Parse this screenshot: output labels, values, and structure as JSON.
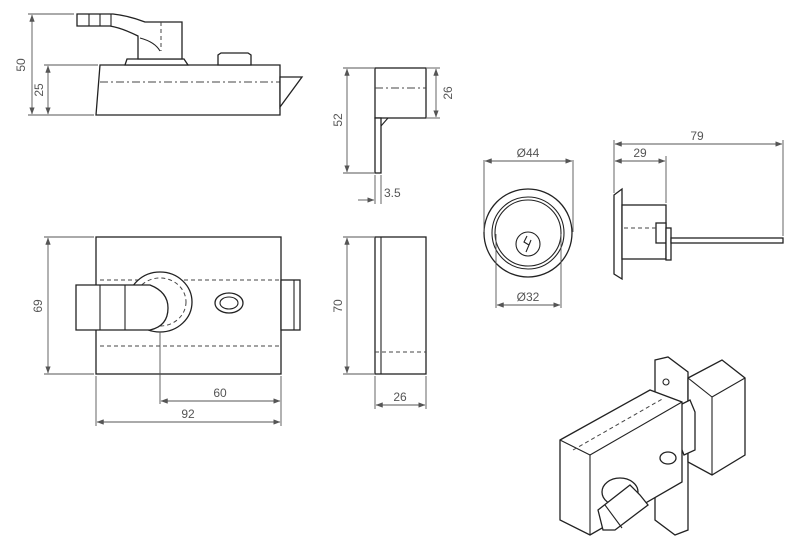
{
  "dimensions": {
    "side_total_height": "50",
    "side_body_height": "25",
    "end_total_height": "52",
    "end_body_height": "26",
    "end_plate_thickness": "3.5",
    "front_height": "69",
    "front_handle_offset": "60",
    "front_width": "92",
    "end2_height": "70",
    "end2_depth": "26",
    "cylinder_flange_diameter": "Ø44",
    "cylinder_body_diameter": "Ø32",
    "cylinder_body_length": "29",
    "cylinder_total_length": "79"
  }
}
